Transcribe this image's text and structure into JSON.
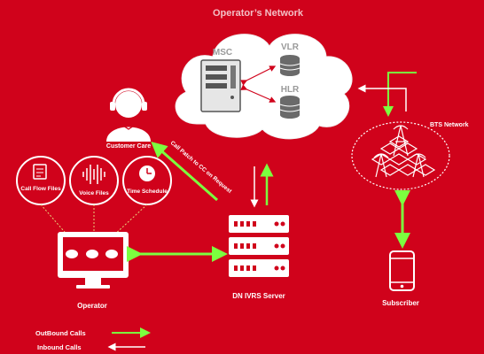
{
  "title": "Operator’s Network",
  "colors": {
    "background": "#d0021b",
    "outbound": "#7cff3f",
    "inbound": "#ffffff"
  },
  "nodes": {
    "msc": "MSC",
    "vlr": "VLR",
    "hlr": "HLR",
    "bts": "BTS Network",
    "customer_care": "Customer Care",
    "call_flow_files": "Call Flow Files",
    "voice_files": "Voice Files",
    "time_schedule": "Time Schedule",
    "ivrs_server": "DN IVRS Server",
    "operator": "Operator",
    "subscriber": "Subscriber"
  },
  "edges": {
    "patch_label": "Call Patch to CC on Request"
  },
  "legend": {
    "outbound_label": "OutBound Calls",
    "inbound_label": "Inbound Calls"
  },
  "icons": [
    "cloud",
    "server-tower-icon",
    "database-icon",
    "headset-agent-icon",
    "document-icon",
    "soundwave-icon",
    "clock-icon",
    "server-rack-icon",
    "monitor-icon",
    "cell-tower-icon",
    "smartphone-icon"
  ]
}
